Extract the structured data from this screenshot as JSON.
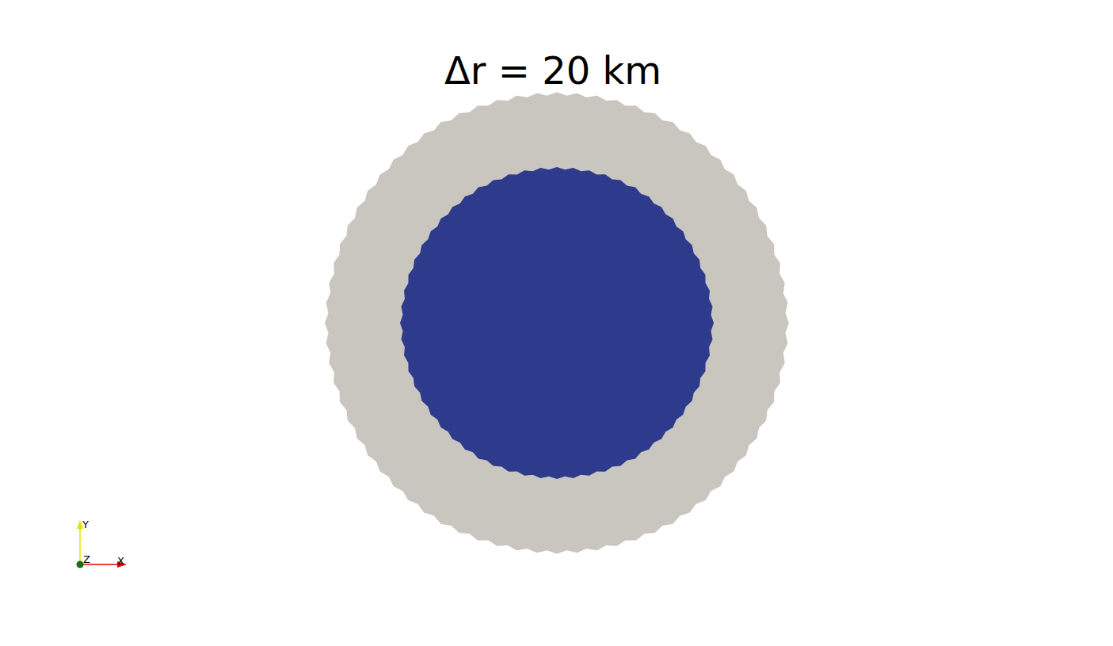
{
  "diagram": {
    "title": "Δr = 20 km",
    "labels": [
      "Y",
      "Z",
      "X"
    ]
  }
}
